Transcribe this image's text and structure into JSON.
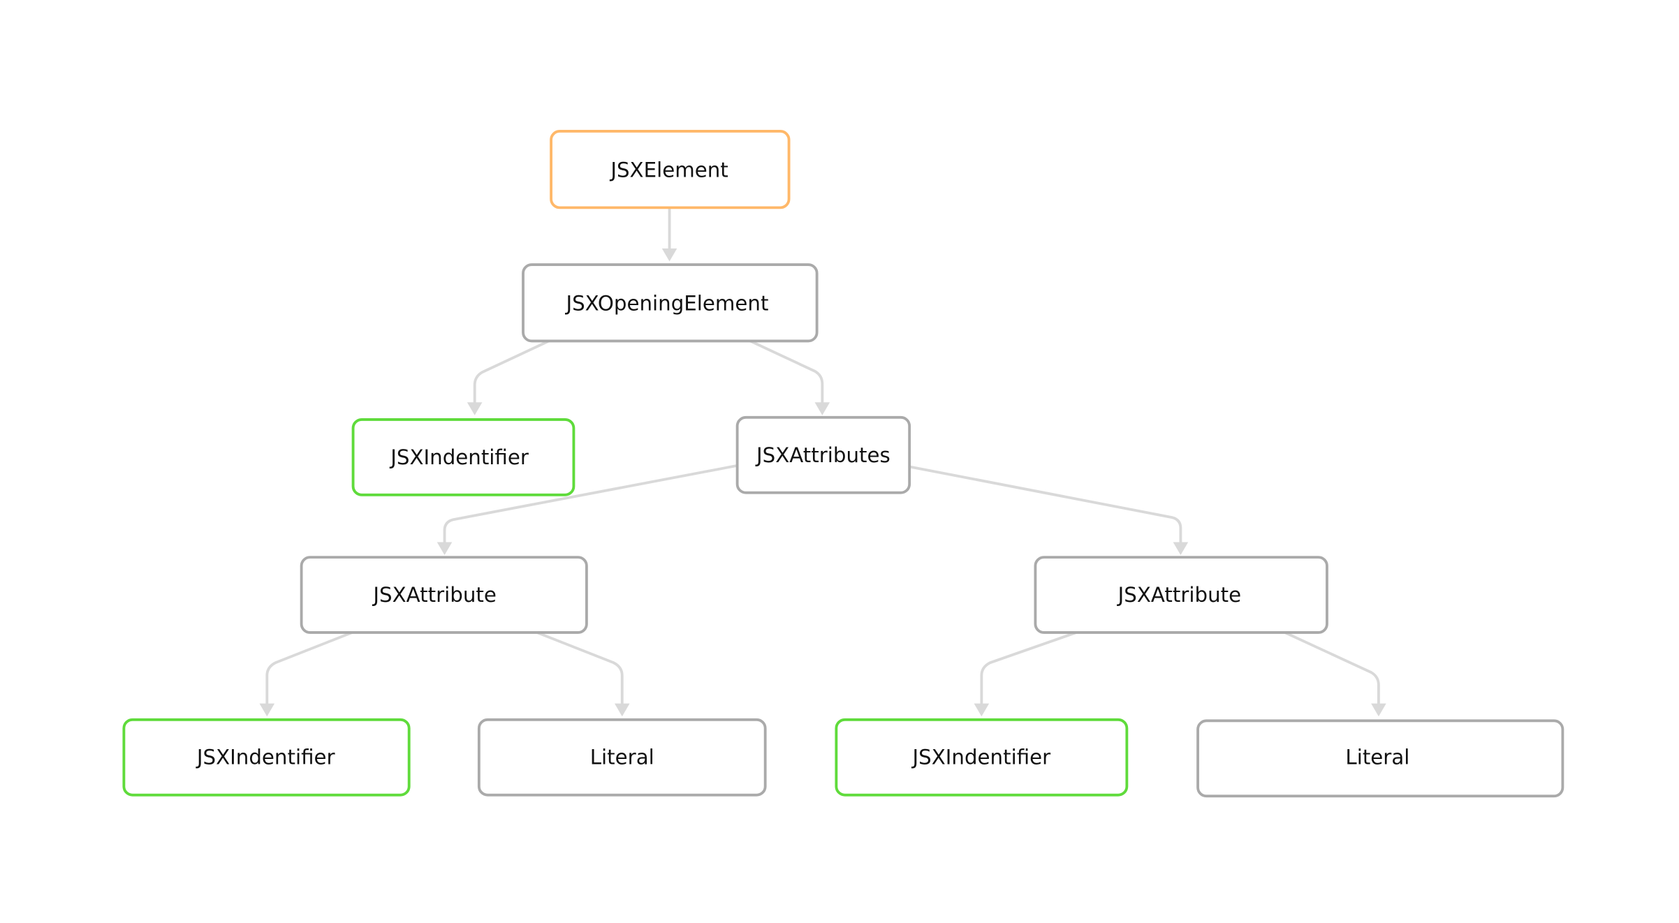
{
  "colors": {
    "root": "#FFB869",
    "identifier": "#5FDB3B",
    "default": "#AAAAAA",
    "edge": "#D9D9D9"
  },
  "nodes": [
    {
      "id": "jsx-element",
      "label": "JSXElement",
      "kind": "root"
    },
    {
      "id": "jsx-opening-element",
      "label": "JSXOpeningElement",
      "kind": "default"
    },
    {
      "id": "jsx-identifier-1",
      "label": "JSXIndentifier",
      "kind": "identifier"
    },
    {
      "id": "jsx-attributes",
      "label": "JSXAttributes",
      "kind": "default"
    },
    {
      "id": "jsx-attribute-1",
      "label": "JSXAttribute",
      "kind": "default"
    },
    {
      "id": "jsx-attribute-2",
      "label": "JSXAttribute",
      "kind": "default"
    },
    {
      "id": "jsx-identifier-2",
      "label": "JSXIndentifier",
      "kind": "identifier"
    },
    {
      "id": "literal-1",
      "label": "Literal",
      "kind": "default"
    },
    {
      "id": "jsx-identifier-3",
      "label": "JSXIndentifier",
      "kind": "identifier"
    },
    {
      "id": "literal-2",
      "label": "Literal",
      "kind": "default"
    }
  ],
  "edges": [
    [
      "jsx-element",
      "jsx-opening-element"
    ],
    [
      "jsx-opening-element",
      "jsx-identifier-1"
    ],
    [
      "jsx-opening-element",
      "jsx-attributes"
    ],
    [
      "jsx-attributes",
      "jsx-attribute-1"
    ],
    [
      "jsx-attributes",
      "jsx-attribute-2"
    ],
    [
      "jsx-attribute-1",
      "jsx-identifier-2"
    ],
    [
      "jsx-attribute-1",
      "literal-1"
    ],
    [
      "jsx-attribute-2",
      "jsx-identifier-3"
    ],
    [
      "jsx-attribute-2",
      "literal-2"
    ]
  ]
}
